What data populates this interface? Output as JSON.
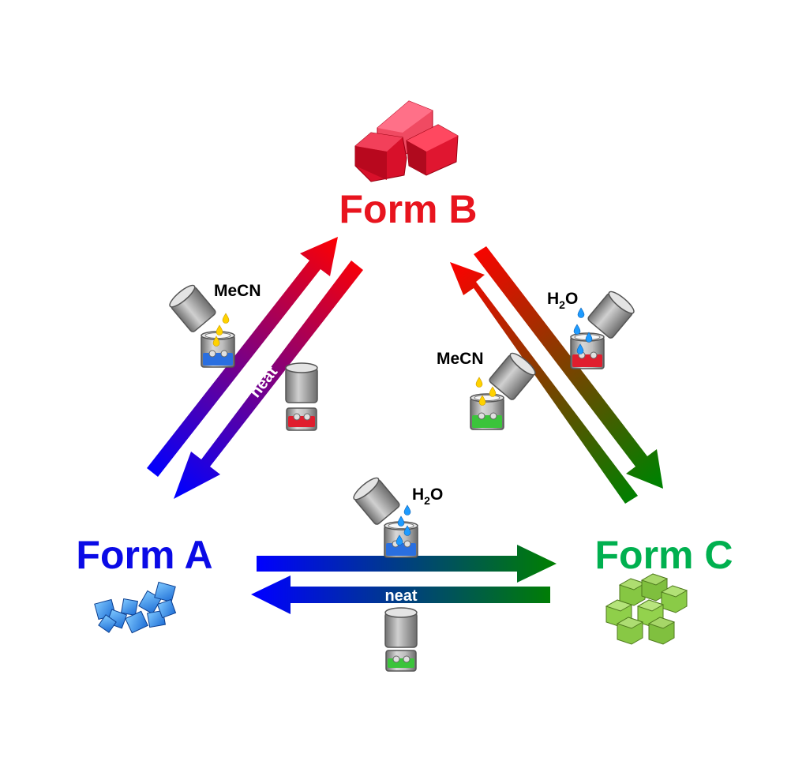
{
  "forms": {
    "a": {
      "label": "Form A",
      "color": "#0a0ae6"
    },
    "b": {
      "label": "Form B",
      "color": "#e8141e"
    },
    "c": {
      "label": "Form C",
      "color": "#00b04f"
    }
  },
  "solvents": {
    "mecn_ab": "MeCN",
    "mecn_cb": "MeCN",
    "h2o_bc": {
      "main": "H",
      "sub": "2",
      "tail": "O"
    },
    "h2o_ac": {
      "main": "H",
      "sub": "2",
      "tail": "O"
    }
  },
  "arrow_labels": {
    "neat_ba": "neat",
    "neat_ca": "neat"
  },
  "colors": {
    "blue": "#0000ff",
    "red": "#ff0000",
    "green": "#008000",
    "mecn_drop": "#ffd200",
    "water_drop": "#1e9bff",
    "jar_gray": "#9a9a9a"
  }
}
